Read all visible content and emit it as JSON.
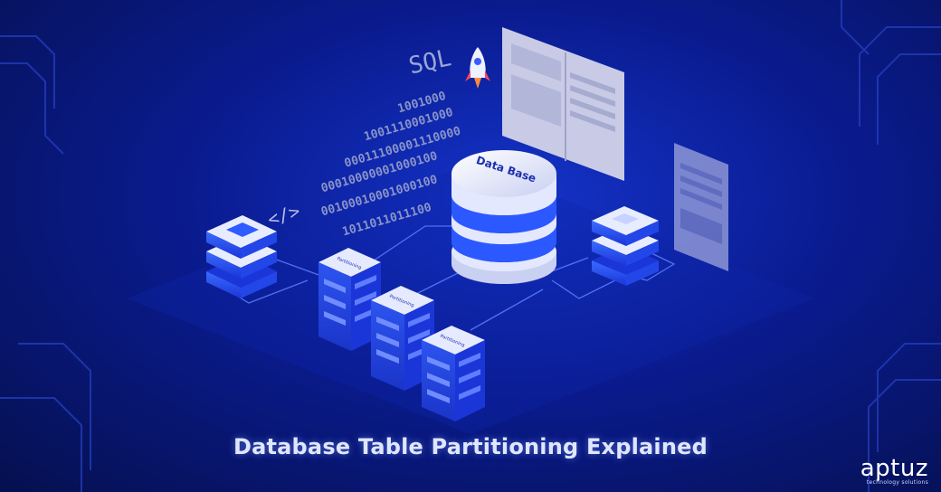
{
  "title": "Database Table Partitioning Explained",
  "labels": {
    "sql": "SQL",
    "code_tag": "</>",
    "database": "Data Base",
    "partition": "Partitioning"
  },
  "binary_lines": [
    "1001000",
    "1001110001000",
    "00011100001110000",
    "00010000001000100",
    "00100010001000100",
    "1011011011100"
  ],
  "logo": {
    "name": "aptuz",
    "tagline": "technology solutions"
  },
  "colors": {
    "background": "#0a1b8f",
    "accent_blue": "#2f5cff",
    "panel_gray": "#c9cbe6"
  }
}
